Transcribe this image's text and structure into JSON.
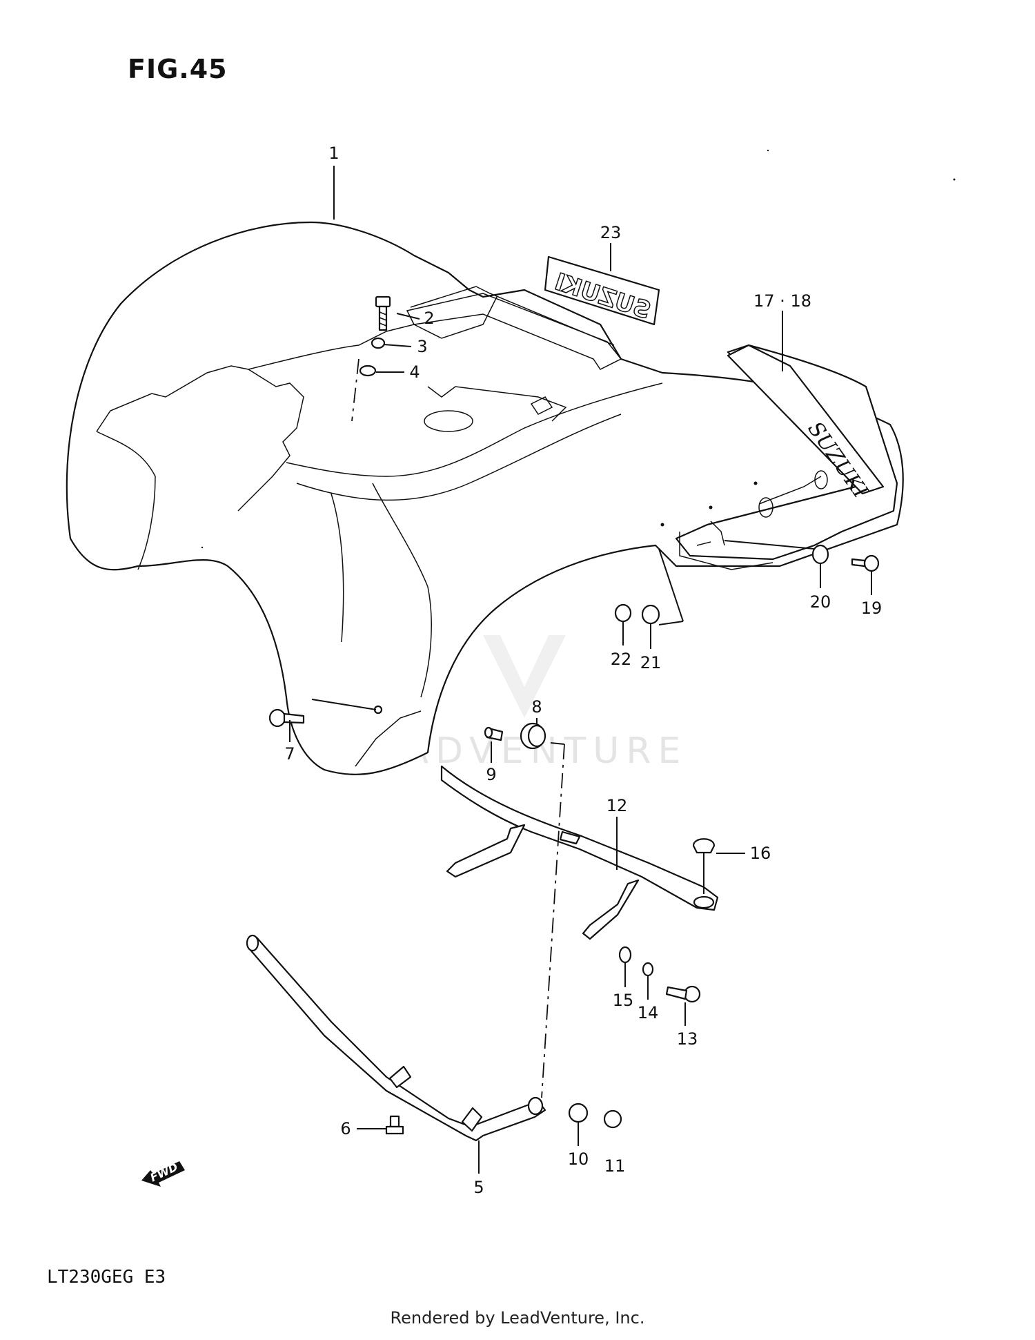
{
  "figure": {
    "title": "FIG.45",
    "model_code": "LT230GEG  E3",
    "credit": "Rendered by LeadVenture, Inc.",
    "watermark": "LEADVENTURE",
    "fwd_label": "FWD",
    "decal_text": "SUZUKI"
  },
  "callouts": {
    "c1": "1",
    "c2": "2",
    "c3": "3",
    "c4": "4",
    "c5": "5",
    "c6": "6",
    "c7": "7",
    "c8": "8",
    "c9": "9",
    "c10": "10",
    "c11": "11",
    "c12": "12",
    "c13": "13",
    "c14": "14",
    "c15": "15",
    "c16": "16",
    "c17_18": "17 · 18",
    "c19": "19",
    "c20": "20",
    "c21": "21",
    "c22": "22",
    "c23": "23"
  }
}
